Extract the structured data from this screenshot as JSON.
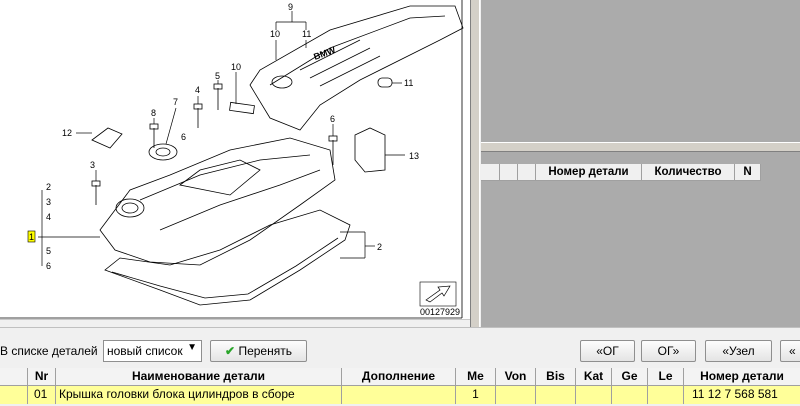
{
  "diagram": {
    "callouts": [
      "9",
      "10",
      "11",
      "10",
      "5",
      "11",
      "8",
      "7",
      "6",
      "4",
      "12",
      "6",
      "13",
      "3",
      "2",
      "3",
      "4",
      "1",
      "5",
      "6",
      "2"
    ],
    "image_code": "00127929"
  },
  "parts_list": {
    "columns": [
      "Номер детали",
      "Количество",
      "N"
    ]
  },
  "toolbar": {
    "list_label": "В списке деталей",
    "list_select_value": "новый список",
    "transfer_label": "Перенять",
    "btn_og_back": "«ОГ",
    "btn_og_fwd": "ОГ»",
    "btn_node_back": "«Узел",
    "btn_last": "«"
  },
  "table": {
    "headers": [
      "Nr",
      "Наименование детали",
      "Дополнение",
      "Me",
      "Von",
      "Bis",
      "Kat",
      "Ge",
      "Le",
      "Номер детали"
    ],
    "rows": [
      [
        "01",
        "Крышка головки блока цилиндров в сборе",
        "",
        "1",
        "",
        "",
        "",
        "",
        "",
        "11 12 7 568 581"
      ]
    ]
  },
  "colors": {
    "highlight_row": "#ffff99",
    "panel_gray": "#ababab",
    "accept_green": "#2aa52a"
  }
}
